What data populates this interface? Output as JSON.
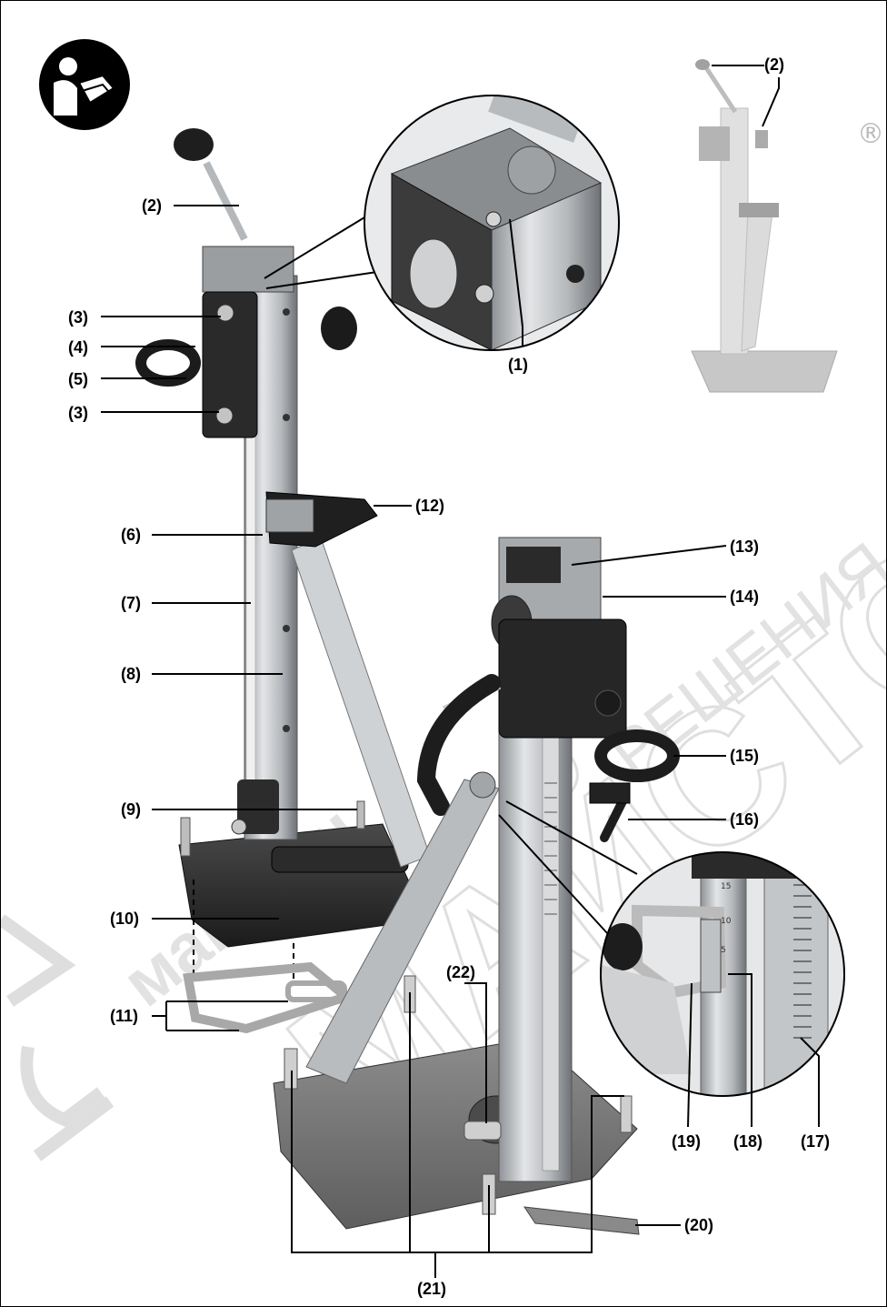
{
  "callouts": {
    "c1": "(1)",
    "c2": "(2)",
    "c3": "(3)",
    "c4": "(4)",
    "c5": "(5)",
    "c6": "(6)",
    "c7": "(7)",
    "c8": "(8)",
    "c9": "(9)",
    "c10": "(10)",
    "c11": "(11)",
    "c12": "(12)",
    "c13": "(13)",
    "c14": "(14)",
    "c15": "(15)",
    "c16": "(16)",
    "c17": "(17)",
    "c18": "(18)",
    "c19": "(19)",
    "c20": "(20)",
    "c21": "(21)",
    "c22": "(22)"
  },
  "watermark": {
    "text_main": "МАЙСТОРА",
    "text_sub": "РЕШЕНИЯ",
    "text_left": "магазин",
    "registered": "®"
  },
  "scale_ticks": [
    "15",
    "10",
    "5"
  ],
  "colors": {
    "ink": "#000000",
    "metal_light": "#c9ccce",
    "metal_dark": "#6e7276",
    "plastic_black": "#1c1c1c",
    "watermark_grey": "#8a8a8a"
  },
  "icons": {
    "manual": "read-manual-icon"
  }
}
